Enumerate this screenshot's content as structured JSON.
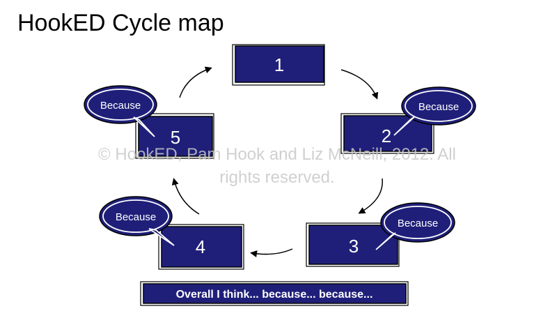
{
  "title": "HookED Cycle map",
  "colors": {
    "box_fill": "#1f1f7a",
    "box_outline": "#000000",
    "text_light": "#ffffff",
    "arrow": "#000000",
    "watermark": "#c8c8c8"
  },
  "steps": [
    {
      "number": "1",
      "bubble": ""
    },
    {
      "number": "2",
      "bubble": "Because"
    },
    {
      "number": "3",
      "bubble": "Because"
    },
    {
      "number": "4",
      "bubble": "Because"
    },
    {
      "number": "5",
      "bubble": "Because"
    }
  ],
  "summary": "Overall I think... because... because...",
  "watermark": {
    "line1": "© HookED, Pam Hook and Liz McNeill, 2012.  All",
    "line2": "rights reserved."
  }
}
